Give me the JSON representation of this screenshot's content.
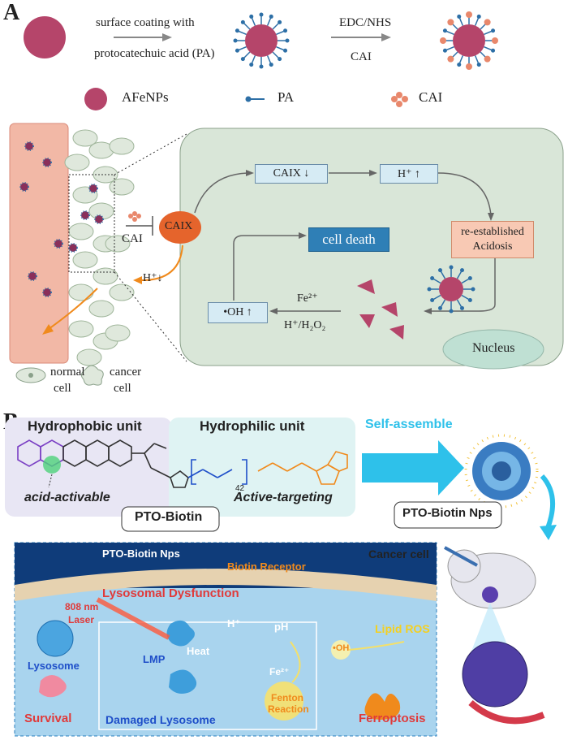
{
  "panel_a": {
    "letter": "A",
    "step1_line1": "surface coating with",
    "step1_line2": "protocatechuic acid (PA)",
    "step2_top": "EDC/NHS",
    "step2_bottom": "CAI",
    "legend_afenps": "AFeNPs",
    "legend_pa": "PA",
    "legend_cai": "CAI",
    "cai_label": "CAI",
    "caix_label": "CAIX",
    "h_down": "H⁺↓",
    "box_caix": "CAIX ↓",
    "box_h": "H⁺ ↑",
    "box_acidosis_1": "re-established",
    "box_acidosis_2": "Acidosis",
    "box_death": "cell death",
    "box_oh": "•OH ↑",
    "fe": "Fe²⁺",
    "h2o2": "H⁺/H₂O₂",
    "nucleus": "Nucleus",
    "legend_normal_1": "normal",
    "legend_normal_2": "cell",
    "legend_cancer_1": "cancer",
    "legend_cancer_2": "cell",
    "colors": {
      "particle": "#b5456a",
      "box_fill": "#d6ebf4",
      "acidosis_fill": "#f8c9b4",
      "death_fill": "#2f7fb6",
      "cell_panel": "#d9e6d8",
      "vessel": "#f2b8a6",
      "caix": "#e5642c"
    }
  },
  "panel_b": {
    "letter": "B",
    "hydrophobic_unit": "Hydrophobic unit",
    "hydrophilic_unit": "Hydrophilic unit",
    "self_assemble": "Self-assemble",
    "acid_activable": "acid-activable",
    "active_targeting": "Active-targeting",
    "pto_biotin": "PTO-Biotin",
    "pto_biotin_nps": "PTO-Biotin Nps",
    "subscript_42": "42",
    "cancer_cell": "Cancer cell",
    "nps_small": "PTO-Biotin Nps",
    "biotin_receptor": "Biotin Receptor",
    "lysosomal_dysfunction": "Lysosomal Dysfunction",
    "laser_1": "808 nm",
    "laser_2": "Laser",
    "heat": "Heat",
    "h_plus": "H⁺",
    "ph": "pH",
    "lysosome": "Lysosome",
    "lmp": "LMP",
    "fe2": "Fe²⁺",
    "oh_dot": "•OH",
    "lipid_ros": "Lipid ROS",
    "survival": "Survival",
    "damaged_lysosome": "Damaged Lysosome",
    "fenton_1": "Fenton",
    "fenton_2": "Reaction",
    "ferroptosis": "Ferroptosis",
    "colors": {
      "hydrophobic_bg": "#e8e6f4",
      "hydrophilic_bg": "#dff3f3",
      "blue_text": "#1f4fc9",
      "orange": "#f08a1c",
      "red_text": "#e03a3a",
      "cyan": "#2ec1ea"
    }
  }
}
